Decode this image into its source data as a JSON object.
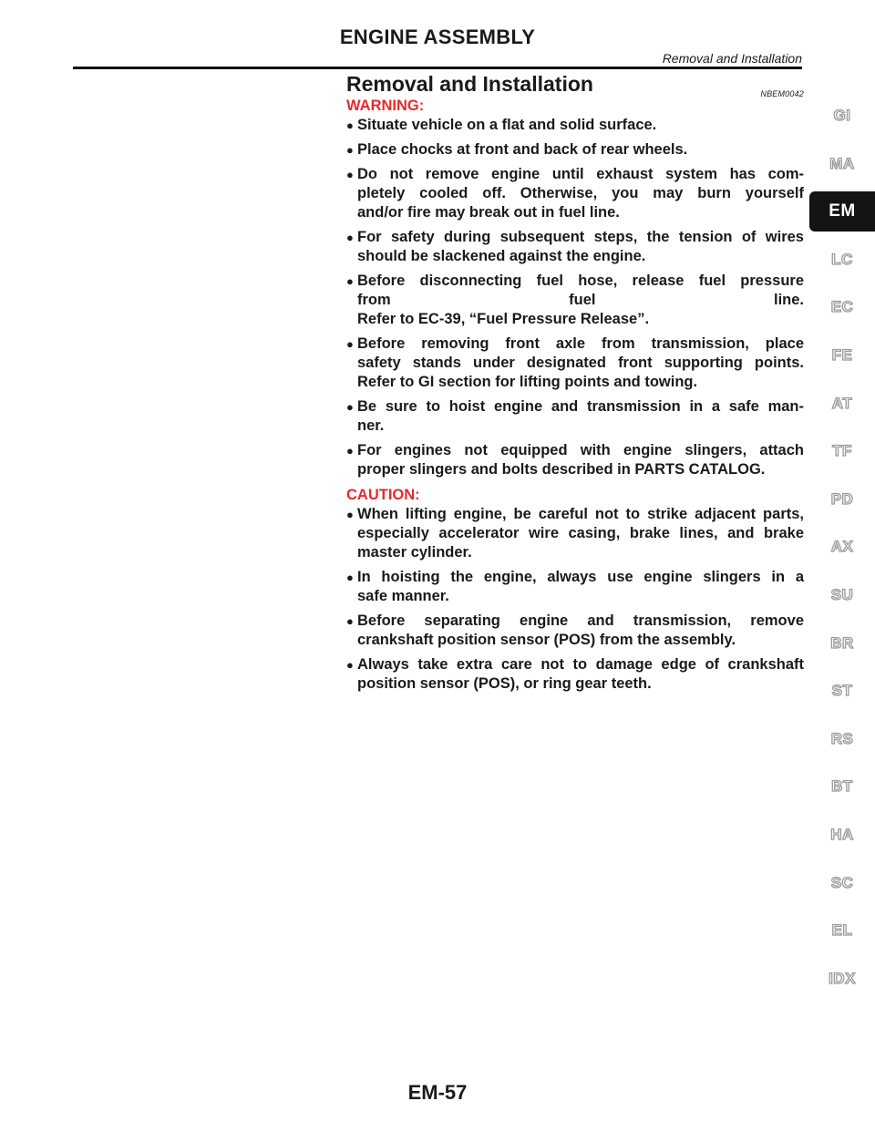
{
  "header": {
    "title": "ENGINE ASSEMBLY",
    "subtitle": "Removal and Installation"
  },
  "section": {
    "title": "Removal and Installation",
    "code": "NBEM0042"
  },
  "warning": {
    "label": "WARNING:",
    "bullet_glyph": "●",
    "items": [
      [
        "Situate vehicle on a flat and solid surface."
      ],
      [
        "Place chocks at front and back of rear wheels."
      ],
      [
        "Do not remove engine until exhaust system has com-",
        "pletely cooled off. Otherwise, you may burn yourself",
        "and/or fire may break out in fuel line."
      ],
      [
        "For safety during subsequent steps, the tension of wires",
        "should be slackened against the engine."
      ],
      [
        "Before disconnecting fuel hose, release fuel pressure",
        "from fuel line.",
        "Refer to EC-39, “Fuel Pressure Release”."
      ],
      [
        "Before removing front axle from transmission, place",
        "safety stands under designated front supporting points.",
        "Refer to GI section for lifting points and towing."
      ],
      [
        "Be sure to hoist engine and transmission in a safe man-",
        "ner."
      ],
      [
        "For engines not equipped with engine slingers, attach",
        "proper slingers and bolts described in PARTS CATALOG."
      ]
    ]
  },
  "caution": {
    "label": "CAUTION:",
    "items": [
      [
        "When lifting engine, be careful not to strike adjacent parts,",
        "especially accelerator wire casing, brake lines, and brake",
        "master cylinder."
      ],
      [
        "In hoisting the engine, always use engine slingers in a",
        "safe manner."
      ],
      [
        "Before separating engine and transmission, remove",
        "crankshaft position sensor (POS) from the assembly."
      ],
      [
        "Always take extra care not to damage edge of crankshaft",
        "position sensor (POS), or ring gear teeth."
      ]
    ]
  },
  "tabs": [
    "GI",
    "MA",
    "EM",
    "LC",
    "EC",
    "FE",
    "AT",
    "TF",
    "PD",
    "AX",
    "SU",
    "BR",
    "ST",
    "RS",
    "BT",
    "HA",
    "SC",
    "EL",
    "IDX"
  ],
  "active_tab": "EM",
  "footer": {
    "page_number": "EM-57"
  },
  "colors": {
    "accent": "#e8292b",
    "text": "#1a1a1a",
    "tab_active_bg": "#141414"
  }
}
